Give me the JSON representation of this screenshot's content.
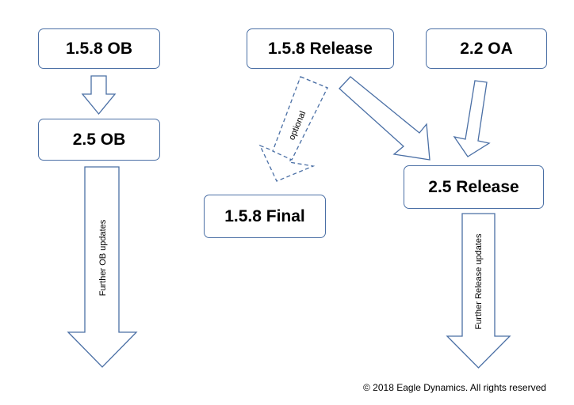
{
  "nodes": {
    "ob_158": "1.5.8 OB",
    "release_158": "1.5.8 Release",
    "oa_22": "2.2 OA",
    "ob_25": "2.5 OB",
    "final_158": "1.5.8 Final",
    "release_25": "2.5 Release"
  },
  "edges": [
    {
      "from": "1.5.8 OB",
      "to": "2.5 OB",
      "style": "solid",
      "label": ""
    },
    {
      "from": "1.5.8 Release",
      "to": "1.5.8 Final",
      "style": "dashed",
      "label": "optional"
    },
    {
      "from": "1.5.8 Release",
      "to": "2.5 Release",
      "style": "solid",
      "label": ""
    },
    {
      "from": "2.2 OA",
      "to": "2.5 Release",
      "style": "solid",
      "label": ""
    },
    {
      "from": "2.5 OB",
      "to": "",
      "style": "solid",
      "label": "Further OB updates"
    },
    {
      "from": "2.5 Release",
      "to": "",
      "style": "solid",
      "label": "Further Release updates"
    }
  ],
  "colors": {
    "outline": "#4a6fa5",
    "fill": "#ffffff",
    "text": "#000000"
  },
  "footer": {
    "copyright": "© 2018 Eagle Dynamics. All rights reserved"
  }
}
